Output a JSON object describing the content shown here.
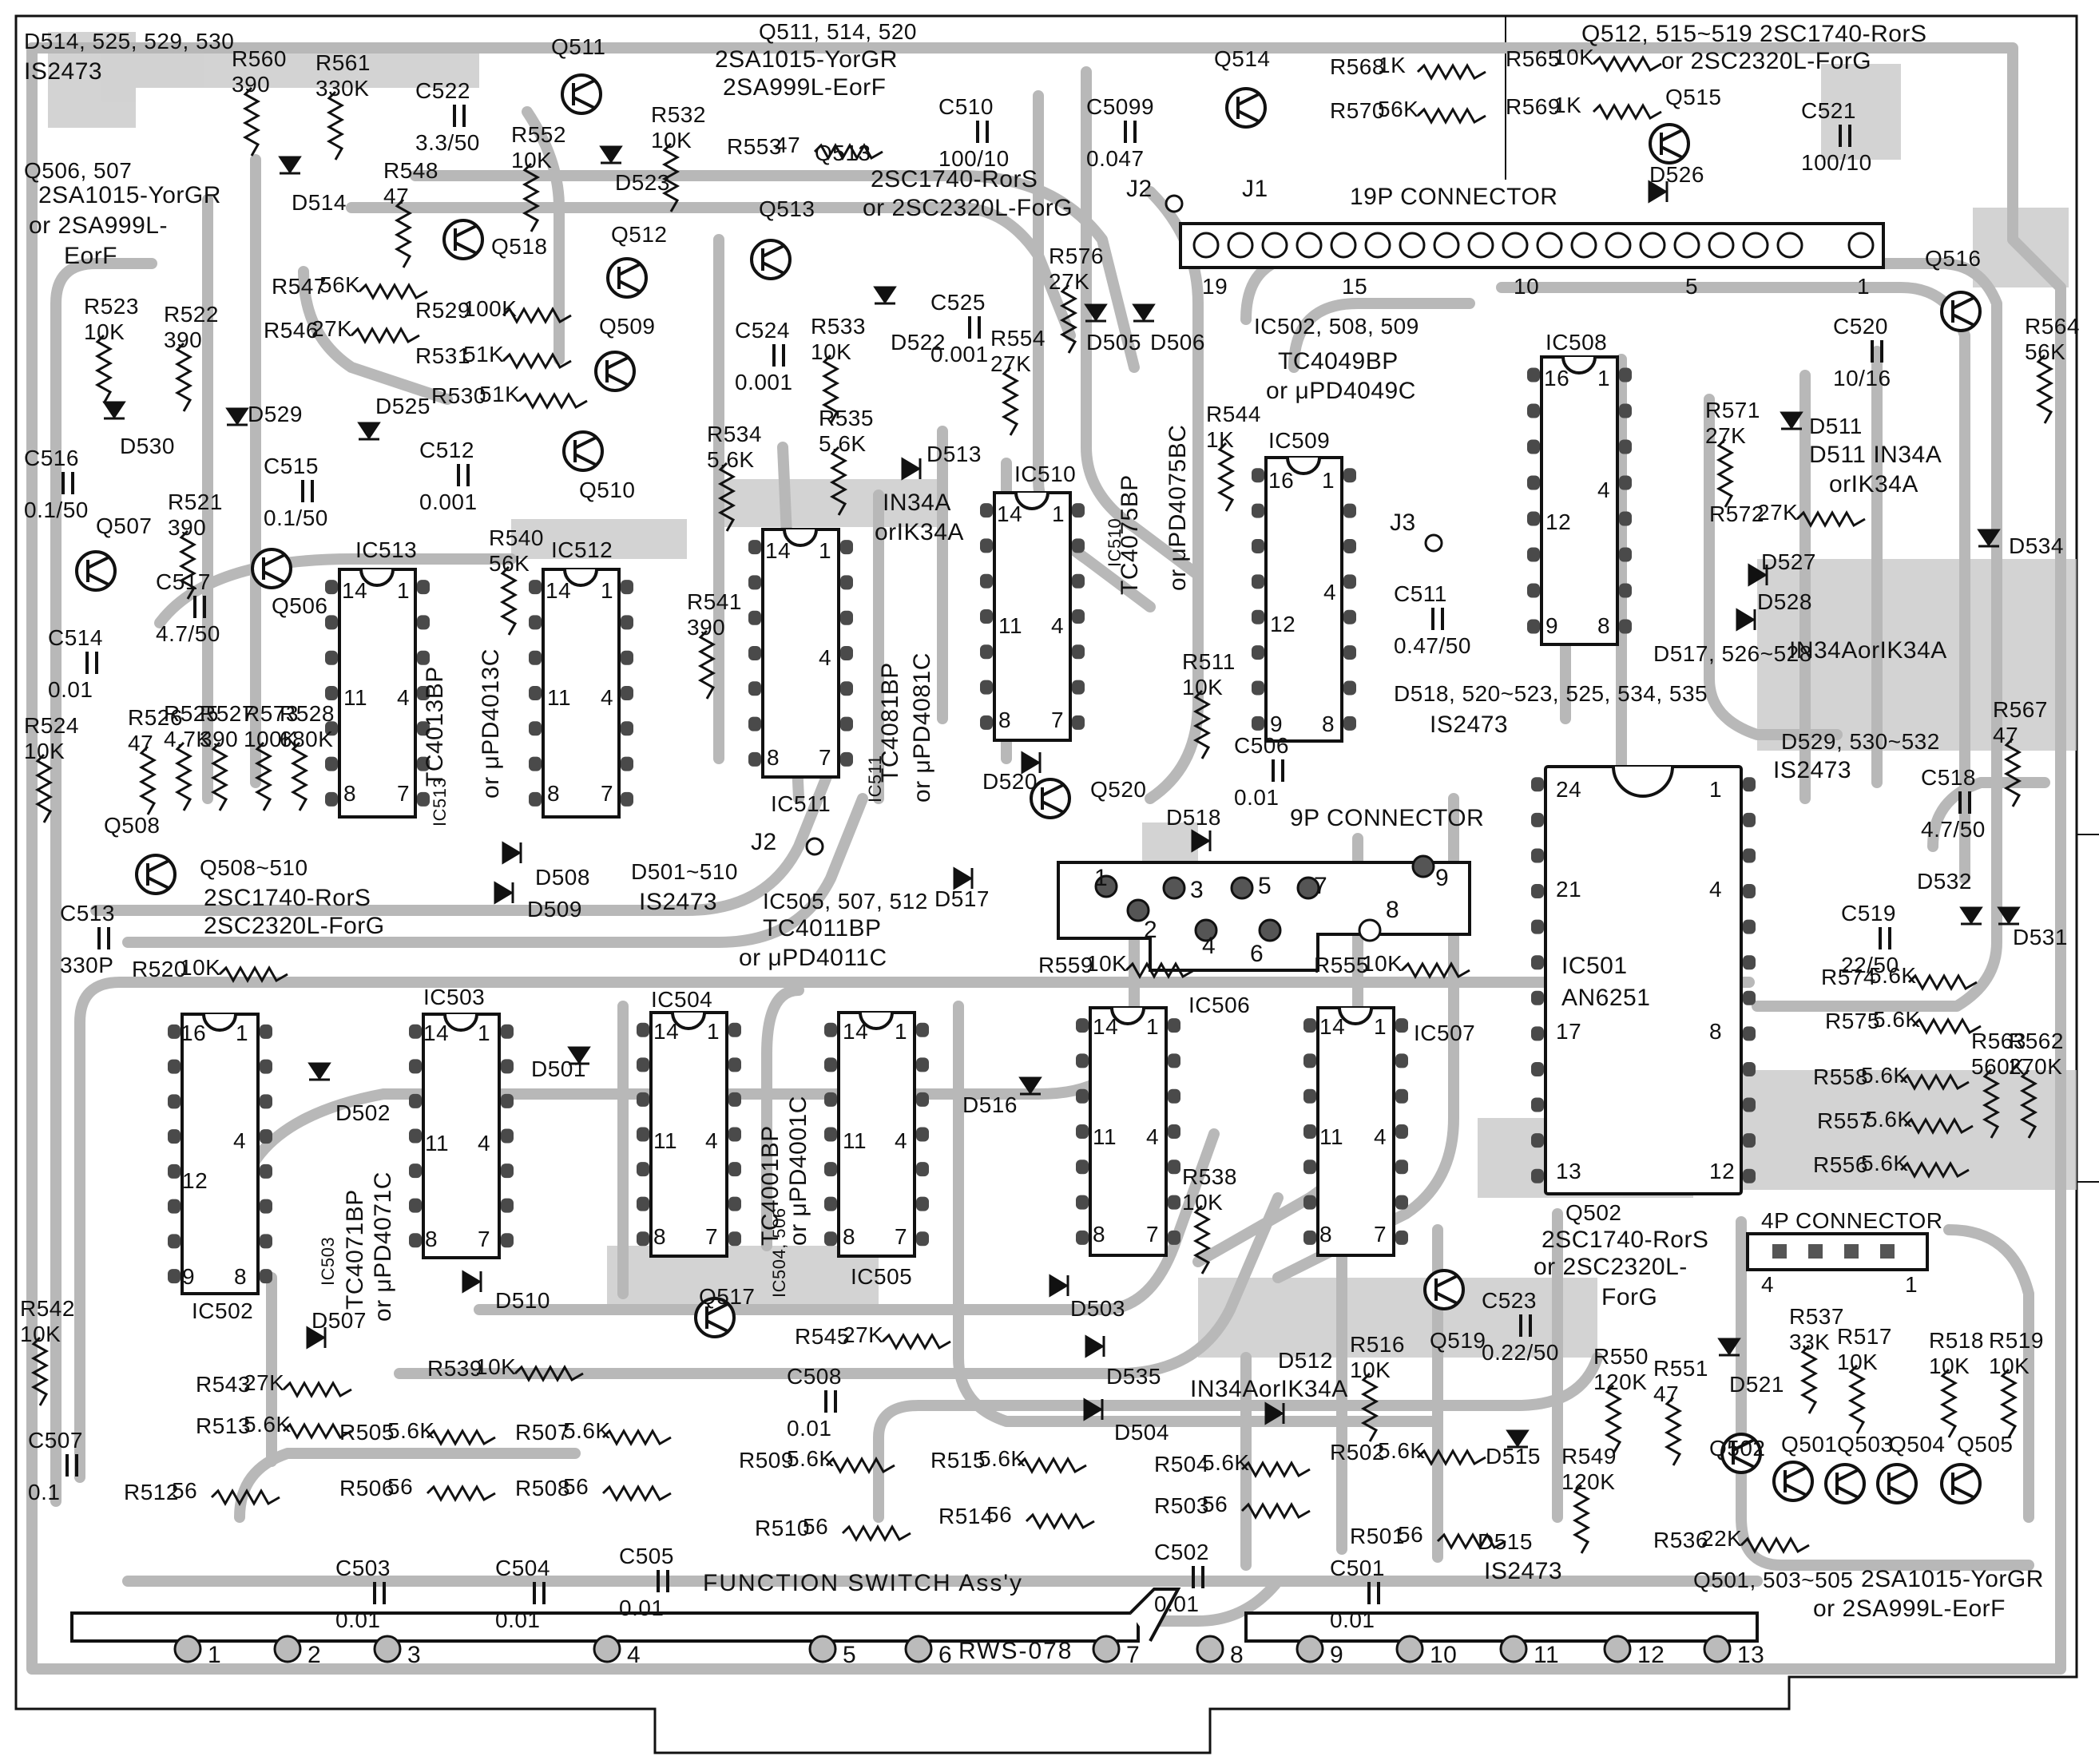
{
  "board": {
    "title": "FUNCTION SWITCH Ass'y",
    "part_no": "RWS-078",
    "trace_color": "#b8b8b8",
    "outline_color": "#111111"
  },
  "connectors": {
    "p19": "19P CONNECTOR",
    "p9": "9P CONNECTOR",
    "p4": "4P CONNECTOR",
    "j1": "J1",
    "j2": "J2",
    "j3": "J3",
    "j2b": "J2",
    "p19_pins": [
      "19",
      "15",
      "10",
      "5",
      "1"
    ],
    "p9_pins": [
      "1",
      "2",
      "3",
      "4",
      "5",
      "6",
      "7",
      "8",
      "9"
    ],
    "p4_pins": [
      "4",
      "1"
    ],
    "edge_pins": [
      "1",
      "2",
      "3",
      "4",
      "5",
      "6",
      "7",
      "8",
      "9",
      "10",
      "11",
      "12",
      "13"
    ]
  },
  "ics": {
    "ic501": {
      "ref": "IC501",
      "part": "AN6251",
      "pins": [
        "24",
        "1",
        "21",
        "4",
        "17",
        "8",
        "13",
        "12"
      ]
    },
    "ic502": {
      "ref": "IC502",
      "part": "",
      "pins": [
        "16",
        "1",
        "4",
        "12",
        "9",
        "8"
      ]
    },
    "ic503": {
      "ref": "IC503",
      "part": "TC4071BP",
      "alt": "or μPD4071C",
      "vref": "IC503",
      "pins": [
        "14",
        "1",
        "11",
        "4",
        "8",
        "7"
      ]
    },
    "ic504": {
      "ref": "IC504",
      "part": "TC4001BP",
      "alt": "or μPD4001C",
      "vref": "IC504, 506",
      "pins": [
        "14",
        "1",
        "11",
        "4",
        "8",
        "7"
      ]
    },
    "ic505": {
      "ref": "IC505",
      "pins": [
        "14",
        "1",
        "11",
        "4",
        "8",
        "7"
      ]
    },
    "ic505_note": "IC505, 507, 512",
    "ic505_part": "TC4011BP",
    "ic505_alt": "or μPD4011C",
    "ic506": {
      "ref": "IC506",
      "pins": [
        "14",
        "1",
        "11",
        "4",
        "8",
        "7"
      ]
    },
    "ic507": {
      "ref": "IC507",
      "pins": [
        "14",
        "1",
        "11",
        "4",
        "8",
        "7"
      ]
    },
    "ic508": {
      "ref": "IC508",
      "pins": [
        "16",
        "1",
        "4",
        "12",
        "9",
        "8"
      ]
    },
    "ic509": {
      "ref": "IC509",
      "pins": [
        "16",
        "1",
        "4",
        "12",
        "9",
        "8"
      ]
    },
    "ic502_note": "IC502, 508, 509",
    "ic502_part": "TC4049BP",
    "ic502_alt": "or μPD4049C",
    "ic510": {
      "ref": "IC510",
      "vref": "IC510",
      "part": "TC4075BP",
      "alt": "or μPD4075BC",
      "pins": [
        "14",
        "1",
        "11",
        "4",
        "8",
        "7"
      ]
    },
    "ic511": {
      "ref": "IC511",
      "vref": "IC511",
      "part": "TC4081BP",
      "alt": "or μPD4081C",
      "pins": [
        "14",
        "1",
        "4",
        "8",
        "7"
      ]
    },
    "ic512": {
      "ref": "IC512",
      "pins": [
        "14",
        "1",
        "11",
        "4",
        "8",
        "7"
      ]
    },
    "ic513": {
      "ref": "IC513",
      "vref": "IC513",
      "part": "TC4013BP",
      "alt": "or μPD4013C",
      "pins": [
        "14",
        "1",
        "11",
        "4",
        "8",
        "7"
      ]
    }
  },
  "transistor_notes": {
    "q511": "Q511, 514, 520",
    "q511_a": "2SA1015-YorGR",
    "q511_b": "2SA999L-EorF",
    "q512": "Q512, 515~519 2SC1740-RorS",
    "q512_b": "or 2SC2320L-ForG",
    "q513": "Q513",
    "q513_a": "2SC1740-RorS",
    "q513_b": "or 2SC2320L-ForG",
    "q506": "Q506, 507",
    "q506_a": "2SA1015-YorGR",
    "q506_b": "or 2SA999L-",
    "q506_c": "EorF",
    "q508": "Q508~510",
    "q508_a": "2SC1740-RorS",
    "q508_b": "2SC2320L-ForG",
    "q502": "Q502",
    "q502_a": "2SC1740-RorS",
    "q502_b": "or 2SC2320L-",
    "q502_c": "ForG",
    "q501": "Q501, 503~505",
    "q501_a": "2SA1015-YorGR",
    "q501_b": "or 2SA999L-EorF"
  },
  "diode_notes": {
    "d514": "D514, 525, 529, 530",
    "d514_part": "IS2473",
    "d501": "D501~510",
    "d501_part": "IS2473",
    "d518": "D518, 520~523, 525, 534, 535",
    "d518_part": "IS2473",
    "d529": "D529, 530~532",
    "d529_part": "IS2473",
    "d517": "D517, 526~528",
    "d517_part": "IN34AorIK34A",
    "d513_a": "IN34A",
    "d513_b": "orIK34A",
    "d511": "D511 IN34A",
    "d511_b": "orIK34A",
    "d512": "D512",
    "d512_part": "IN34AorIK34A",
    "d515": "D515",
    "d515_part": "IS2473"
  },
  "components": [
    {
      "id": "R560",
      "v": "390"
    },
    {
      "id": "R561",
      "v": "330K"
    },
    {
      "id": "C522",
      "v": "3.3/50"
    },
    {
      "id": "R552",
      "v": "10K"
    },
    {
      "id": "R532",
      "v": "10K"
    },
    {
      "id": "R548",
      "v": "47"
    },
    {
      "id": "R553",
      "v": "47"
    },
    {
      "id": "R547",
      "v": "56K"
    },
    {
      "id": "R546",
      "v": "27K"
    },
    {
      "id": "R529",
      "v": "100K"
    },
    {
      "id": "R531",
      "v": "51K"
    },
    {
      "id": "R530",
      "v": "51K"
    },
    {
      "id": "R523",
      "v": "10K"
    },
    {
      "id": "R522",
      "v": "390"
    },
    {
      "id": "R521",
      "v": "390"
    },
    {
      "id": "C516",
      "v": "0.1/50"
    },
    {
      "id": "C515",
      "v": "0.1/50"
    },
    {
      "id": "C512",
      "v": "0.001"
    },
    {
      "id": "C524",
      "v": "0.001"
    },
    {
      "id": "R533",
      "v": "10K"
    },
    {
      "id": "C525",
      "v": "0.001"
    },
    {
      "id": "R554",
      "v": "27K"
    },
    {
      "id": "R576",
      "v": "27K"
    },
    {
      "id": "C510",
      "v": "100/10"
    },
    {
      "id": "C5099",
      "v": "0.047"
    },
    {
      "id": "R568",
      "v": "1K"
    },
    {
      "id": "R570",
      "v": "56K"
    },
    {
      "id": "R565",
      "v": "10K"
    },
    {
      "id": "R569",
      "v": "1K"
    },
    {
      "id": "C521",
      "v": "100/10"
    },
    {
      "id": "R534",
      "v": "5.6K"
    },
    {
      "id": "R535",
      "v": "5.6K"
    },
    {
      "id": "R544",
      "v": "1K"
    },
    {
      "id": "C520",
      "v": "10/16"
    },
    {
      "id": "R564",
      "v": "56K"
    },
    {
      "id": "R571",
      "v": "27K"
    },
    {
      "id": "R572",
      "v": "27K"
    },
    {
      "id": "R540",
      "v": "56K"
    },
    {
      "id": "R541",
      "v": "390"
    },
    {
      "id": "C517",
      "v": "4.7/50"
    },
    {
      "id": "C514",
      "v": "0.01"
    },
    {
      "id": "C511",
      "v": "0.47/50"
    },
    {
      "id": "R511",
      "v": "10K"
    },
    {
      "id": "C506",
      "v": "0.01"
    },
    {
      "id": "R524",
      "v": "10K"
    },
    {
      "id": "R526",
      "v": "47"
    },
    {
      "id": "R525",
      "v": "4.7K"
    },
    {
      "id": "R527",
      "v": "390"
    },
    {
      "id": "R573",
      "v": "100K"
    },
    {
      "id": "R528",
      "v": "680K"
    },
    {
      "id": "R567",
      "v": "47"
    },
    {
      "id": "C518",
      "v": "4.7/50"
    },
    {
      "id": "C513",
      "v": "330P"
    },
    {
      "id": "C519",
      "v": "22/50"
    },
    {
      "id": "R520",
      "v": "10K"
    },
    {
      "id": "R559",
      "v": "10K"
    },
    {
      "id": "R555",
      "v": "10K"
    },
    {
      "id": "R574",
      "v": "5.6K"
    },
    {
      "id": "R575",
      "v": "5.6K"
    },
    {
      "id": "R558",
      "v": "5.6K"
    },
    {
      "id": "R557",
      "v": "5.6K"
    },
    {
      "id": "R556",
      "v": "5.6K"
    },
    {
      "id": "R563",
      "v": "560K"
    },
    {
      "id": "R562",
      "v": "270K"
    },
    {
      "id": "R538",
      "v": "10K"
    },
    {
      "id": "R542",
      "v": "10K"
    },
    {
      "id": "R539",
      "v": "10K"
    },
    {
      "id": "R545",
      "v": "27K"
    },
    {
      "id": "C523",
      "v": "0.22/50"
    },
    {
      "id": "R516",
      "v": "10K"
    },
    {
      "id": "R550",
      "v": "120K"
    },
    {
      "id": "R551",
      "v": "47"
    },
    {
      "id": "R537",
      "v": "33K"
    },
    {
      "id": "R517",
      "v": "10K"
    },
    {
      "id": "R518",
      "v": "10K"
    },
    {
      "id": "R519",
      "v": "10K"
    },
    {
      "id": "R543",
      "v": "27K"
    },
    {
      "id": "R513",
      "v": "5.6K"
    },
    {
      "id": "C508",
      "v": "0.01"
    },
    {
      "id": "C507",
      "v": "0.1"
    },
    {
      "id": "R505",
      "v": "5.6K"
    },
    {
      "id": "R507",
      "v": "5.6K"
    },
    {
      "id": "R509",
      "v": "5.6K"
    },
    {
      "id": "R515",
      "v": "5.6K"
    },
    {
      "id": "R504",
      "v": "5.6K"
    },
    {
      "id": "R502",
      "v": "5.6K"
    },
    {
      "id": "R512",
      "v": "56"
    },
    {
      "id": "R506",
      "v": "56"
    },
    {
      "id": "R508",
      "v": "56"
    },
    {
      "id": "R510",
      "v": "56"
    },
    {
      "id": "R514",
      "v": "56"
    },
    {
      "id": "R503",
      "v": "56"
    },
    {
      "id": "R501",
      "v": "56"
    },
    {
      "id": "R549",
      "v": "120K"
    },
    {
      "id": "R536",
      "v": "22K"
    },
    {
      "id": "C503",
      "v": "0.01"
    },
    {
      "id": "C504",
      "v": "0.01"
    },
    {
      "id": "C505",
      "v": "0.01"
    },
    {
      "id": "C502",
      "v": "0.01"
    },
    {
      "id": "C501",
      "v": "0.01"
    }
  ],
  "loose_refs": [
    "Q511",
    "Q514",
    "Q515",
    "Q518",
    "Q512",
    "Q513",
    "Q509",
    "Q510",
    "Q507",
    "Q506",
    "Q508",
    "Q516",
    "Q520",
    "Q517",
    "Q519",
    "Q502",
    "Q501",
    "Q503",
    "Q504",
    "Q505",
    "D514",
    "D523",
    "D530",
    "D529",
    "D525",
    "D522",
    "D505",
    "D506",
    "D526",
    "D511",
    "D534",
    "D527",
    "D528",
    "D513",
    "D520",
    "D518",
    "D508",
    "D509",
    "D517",
    "D532",
    "D531",
    "D502",
    "D501",
    "D510",
    "D507",
    "D516",
    "D503",
    "D535",
    "D504",
    "D521",
    "D515"
  ]
}
